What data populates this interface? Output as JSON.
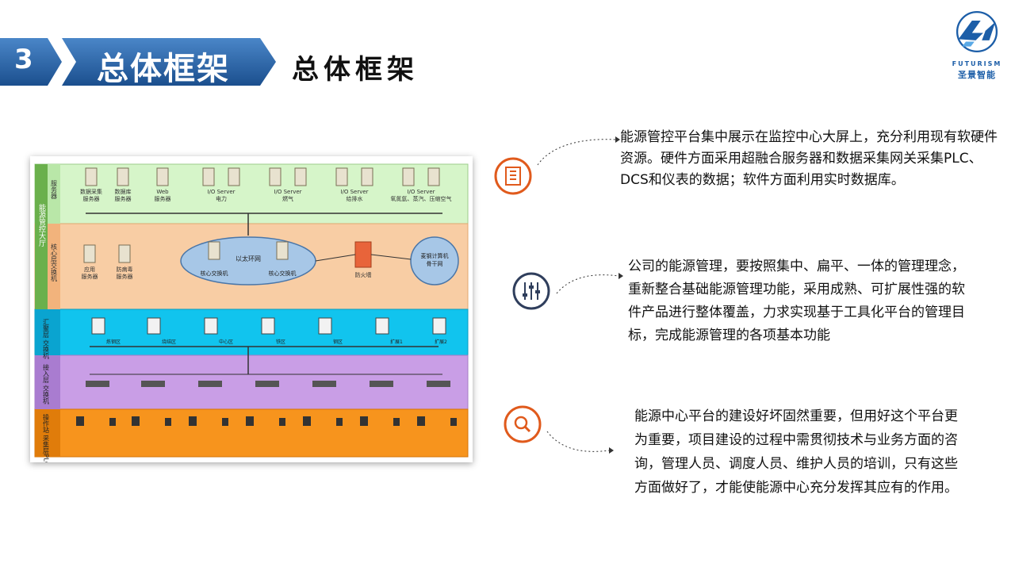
{
  "header": {
    "section_number": "3",
    "section_title": "总体框架",
    "subtitle": "总体框架"
  },
  "logo": {
    "word": "FUTURISM",
    "cn": "圣景智能"
  },
  "diagram": {
    "layers": [
      {
        "label": "服务器",
        "color": "#d6f5c9"
      },
      {
        "label": "核心层交换机",
        "color": "#f8cda4"
      },
      {
        "label": "汇聚层 交换机",
        "color": "#11c4ee"
      },
      {
        "label": "接入层 交换机",
        "color": "#c99ee6"
      },
      {
        "label": "操作站 采集层PLC",
        "color": "#f7941d"
      }
    ],
    "side_label": "能源管控大厅",
    "servers": [
      {
        "line1": "数据采集",
        "line2": "服务器"
      },
      {
        "line1": "数据库",
        "line2": "服务器"
      },
      {
        "line1": "Web",
        "line2": "服务器"
      },
      {
        "line1": "I/O Server",
        "line2": "电力"
      },
      {
        "line1": "I/O Server",
        "line2": "燃气"
      },
      {
        "line1": "I/O Server",
        "line2": "给排水"
      },
      {
        "line1": "I/O Server",
        "line2": "氧氮氩、蒸汽、压缩空气"
      }
    ],
    "core": {
      "app_server": [
        "应用",
        "服务器"
      ],
      "av_server": [
        "防病毒",
        "服务器"
      ],
      "ring": "以太环网",
      "switch_a": "核心交换机",
      "switch_b": "核心交换机",
      "firewall": "防火墙",
      "backbone": [
        "麦钢计算机",
        "骨干网"
      ]
    },
    "aggregation": [
      "炼钢区",
      "烧结区",
      "中心区",
      "铁区",
      "钢区",
      "扩展1",
      "扩展2"
    ]
  },
  "features": [
    {
      "icon": "building-icon",
      "color": "#e05a1c",
      "text": "能源管控平台集中展示在监控中心大屏上，充分利用现有软硬件资源。硬件方面采用超融合服务器和数据采集网关采集PLC、DCS和仪表的数据；软件方面利用实时数据库。"
    },
    {
      "icon": "sliders-icon",
      "color": "#2f3e5c",
      "text": "公司的能源管理，要按照集中、扁平、一体的管理理念，重新整合基础能源管理功能，采用成熟、可扩展性强的软件产品进行整体覆盖，力求实现基于工具化平台的管理目标，完成能源管理的各项基本功能"
    },
    {
      "icon": "search-icon",
      "color": "#e05a1c",
      "text": "能源中心平台的建设好坏固然重要，但用好这个平台更为重要，项目建设的过程中需贯彻技术与业务方面的咨询，管理人员、调度人员、维护人员的培训，只有这些方面做好了，才能使能源中心充分发挥其应有的作用。"
    }
  ]
}
